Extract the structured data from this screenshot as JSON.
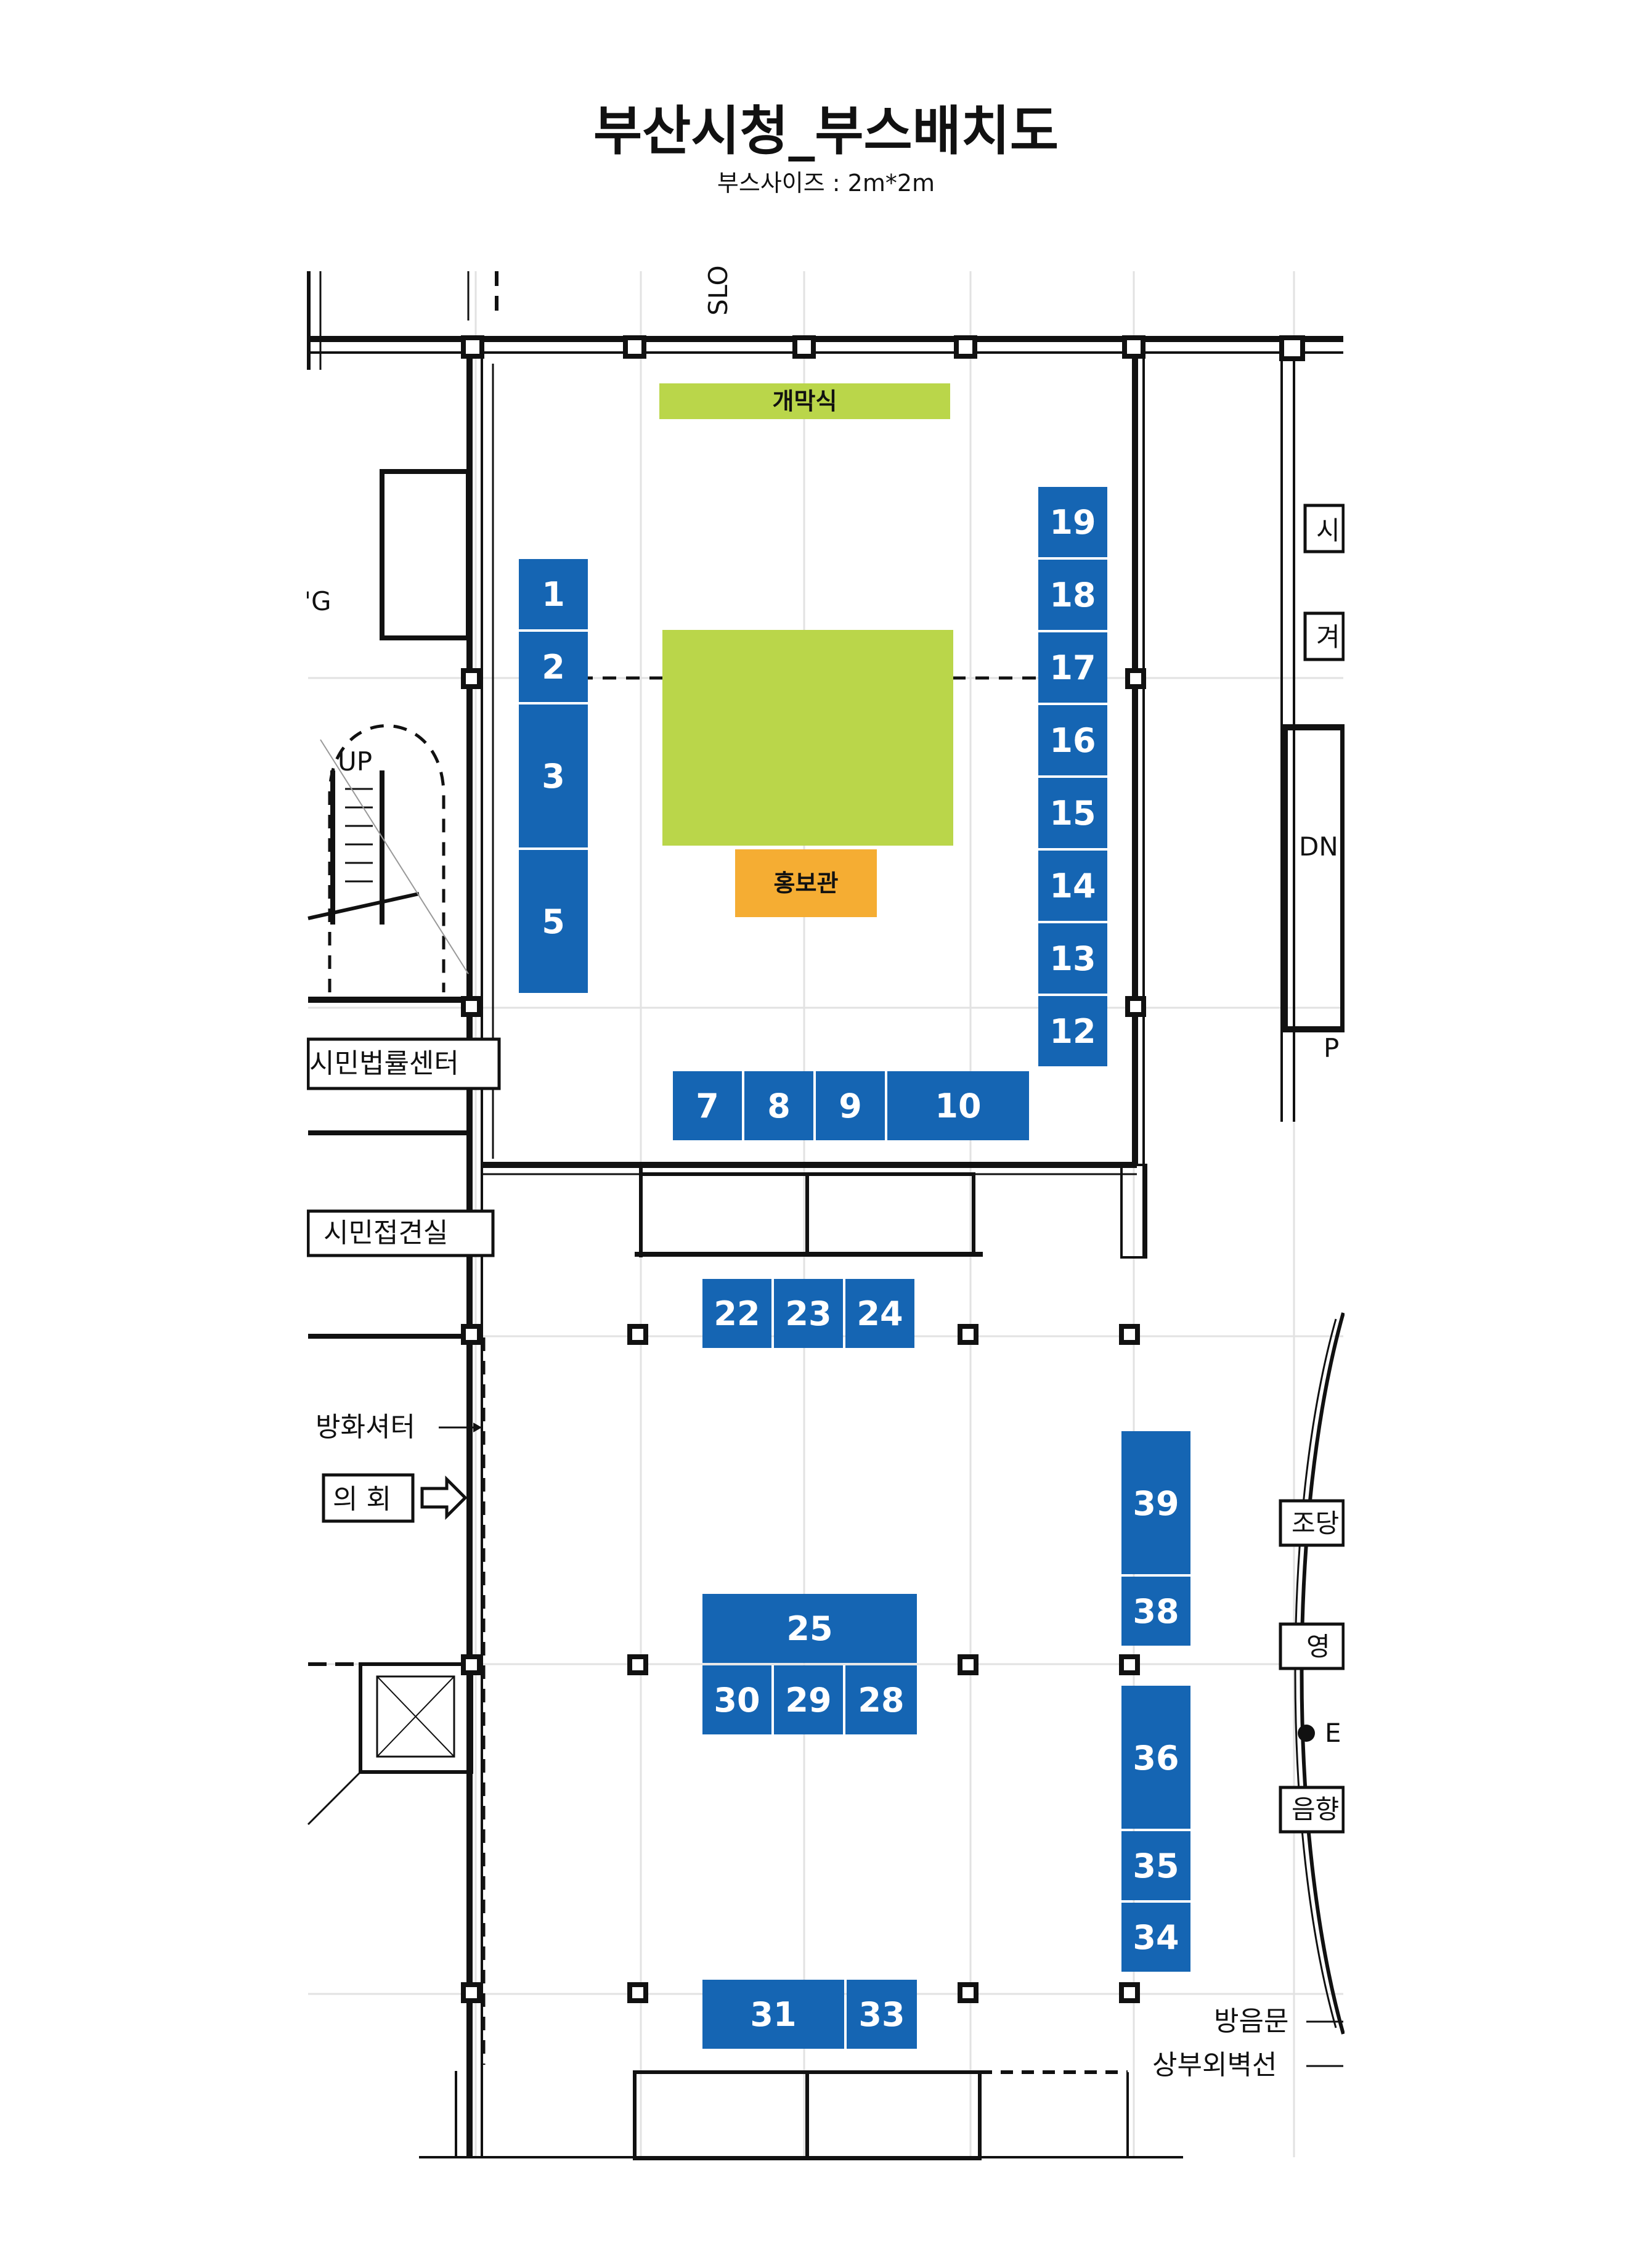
{
  "title": "부산시청_부스배치도",
  "subtitle": "부스사이즈 : 2m*2m",
  "colors": {
    "booth": "#1565b3",
    "green_zone": "#bad64a",
    "orange_zone": "#f5ad33",
    "wall": "#111111",
    "grid": "#dddddd"
  },
  "zones": {
    "opening": "개막식",
    "center": "",
    "promo": "홍보관"
  },
  "booths": [
    {
      "label": "1"
    },
    {
      "label": "2"
    },
    {
      "label": "3"
    },
    {
      "label": "5"
    },
    {
      "label": "19"
    },
    {
      "label": "18"
    },
    {
      "label": "17"
    },
    {
      "label": "16"
    },
    {
      "label": "15"
    },
    {
      "label": "14"
    },
    {
      "label": "13"
    },
    {
      "label": "12"
    },
    {
      "label": "7"
    },
    {
      "label": "8"
    },
    {
      "label": "9"
    },
    {
      "label": "10"
    },
    {
      "label": "22"
    },
    {
      "label": "23"
    },
    {
      "label": "24"
    },
    {
      "label": "25"
    },
    {
      "label": "30"
    },
    {
      "label": "29"
    },
    {
      "label": "28"
    },
    {
      "label": "31"
    },
    {
      "label": "33"
    },
    {
      "label": "39"
    },
    {
      "label": "38"
    },
    {
      "label": "36"
    },
    {
      "label": "35"
    },
    {
      "label": "34"
    }
  ],
  "rooms": {
    "legal_center": "시민법률센터",
    "reception": "시민접견실",
    "fire_shutter": "방화셔터",
    "council": "의 회",
    "soundproof_door": "방음문",
    "upper_wall_line": "상부외벽선"
  },
  "fragments": {
    "slope": "SLO",
    "ng": "N'G",
    "up": "UP",
    "dn": "DN",
    "si": "시",
    "gyeo": "겨",
    "p": "P",
    "jo": "조당",
    "yeong": "영",
    "e": "E",
    "eum": "음향"
  }
}
